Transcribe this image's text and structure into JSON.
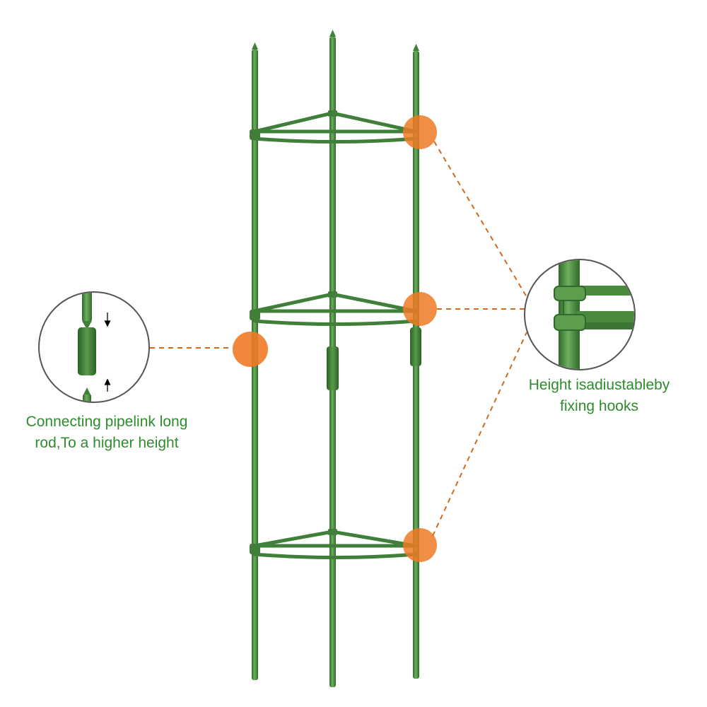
{
  "annotations": {
    "left": {
      "line1": "Connecting pipelink long",
      "line2": "rod,To a higher height"
    },
    "right": {
      "line1": "Height isadiustableby",
      "line2": "fixing hooks"
    }
  },
  "colors": {
    "stake": "#4a8a3e",
    "stake_dark": "#2f6a2a",
    "stake_light": "#7db870",
    "ring": "#3f7f39",
    "marker": "#ee7a26",
    "leader_line": "#d2691e",
    "caption_text": "#2e8b2e",
    "callout_border": "#555555"
  }
}
